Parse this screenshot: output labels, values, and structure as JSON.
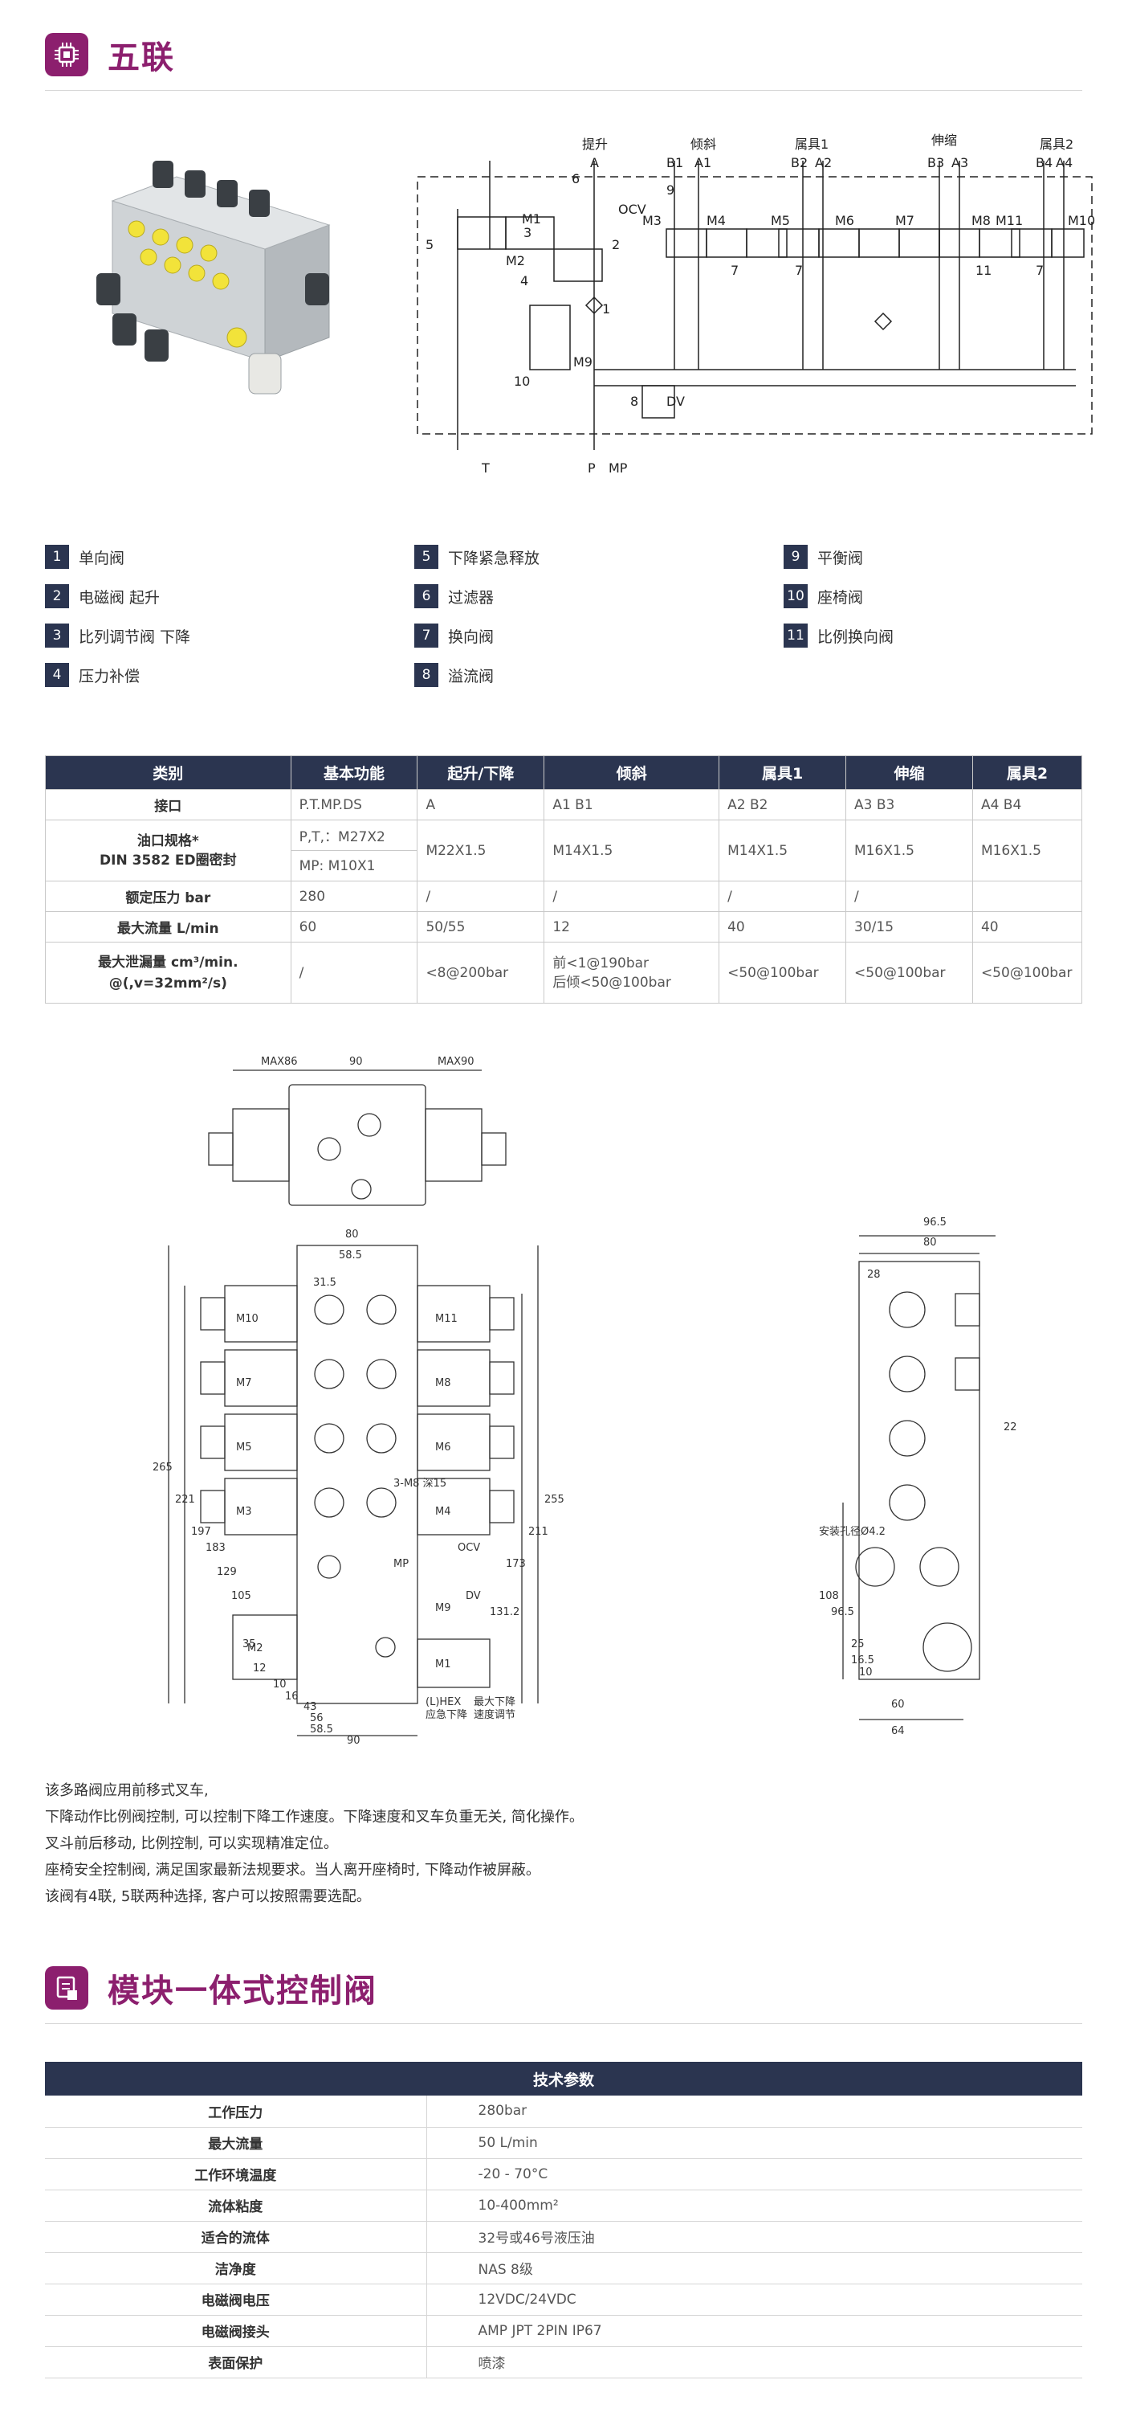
{
  "section1": {
    "title": "五联"
  },
  "schematic": {
    "ports": [
      "提升",
      "A",
      "倾斜",
      "B1",
      "A1",
      "属具1",
      "B2",
      "A2",
      "伸缩",
      "B3",
      "A3",
      "属具2",
      "B4",
      "A4",
      "T",
      "P",
      "MP"
    ],
    "labels": [
      "M1",
      "M2",
      "M3",
      "M4",
      "M5",
      "M6",
      "M7",
      "M8",
      "M9",
      "M10",
      "M11",
      "OCV",
      "DV",
      "1",
      "2",
      "3",
      "4",
      "5",
      "6",
      "7",
      "7",
      "7",
      "8",
      "9",
      "10",
      "11"
    ]
  },
  "legend": [
    {
      "num": "1",
      "label": "单向阀"
    },
    {
      "num": "2",
      "label": "电磁阀 起升"
    },
    {
      "num": "3",
      "label": "比列调节阀 下降"
    },
    {
      "num": "4",
      "label": "压力补偿"
    },
    {
      "num": "5",
      "label": "下降紧急释放"
    },
    {
      "num": "6",
      "label": "过滤器"
    },
    {
      "num": "7",
      "label": "换向阀"
    },
    {
      "num": "8",
      "label": "溢流阀"
    },
    {
      "num": "9",
      "label": "平衡阀"
    },
    {
      "num": "10",
      "label": "座椅阀"
    },
    {
      "num": "11",
      "label": "比例换向阀"
    }
  ],
  "spec_table": {
    "headers": [
      "类别",
      "基本功能",
      "起升/下降",
      "倾斜",
      "属具1",
      "伸缩",
      "属具2"
    ],
    "row_interface": [
      "接口",
      "P.T.MP.DS",
      "A",
      "A1 B1",
      "A2 B2",
      "A3 B3",
      "A4 B4"
    ],
    "row_port": {
      "head1": "油口规格*",
      "head2": "DIN 3582 ED圈密封",
      "basic1": "P,T,：M27X2",
      "basic2": "MP: M10X1",
      "lift": "M22X1.5",
      "tilt": "M14X1.5",
      "att1": "M14X1.5",
      "tele": "M16X1.5",
      "att2": "M16X1.5"
    },
    "row_pressure": [
      "额定压力 bar",
      "280",
      "/",
      "/",
      "/",
      "/",
      ""
    ],
    "row_flow": [
      "最大流量 L/min",
      "60",
      "50/55",
      "12",
      "40",
      "30/15",
      "40"
    ],
    "row_leak": {
      "head1": "最大泄漏量 cm³/min.",
      "head2": "@(,v=32mm²/s)",
      "basic": "/",
      "lift": "<8@200bar",
      "tilt1": "前<1@190bar",
      "tilt2": "后倾<50@100bar",
      "att1": "<50@100bar",
      "tele": "<50@100bar",
      "att2": "<50@100bar"
    }
  },
  "drawing": {
    "top_dims": [
      "MAX86",
      "90",
      "MAX90"
    ],
    "front_dims": [
      "80",
      "58.5",
      "31.5",
      "265",
      "221",
      "197",
      "183",
      "129",
      "105",
      "35",
      "12",
      "10",
      "16",
      "43",
      "56",
      "58.5",
      "90",
      "255",
      "211",
      "173",
      "131.2"
    ],
    "side_dims": [
      "96.5",
      "80",
      "28",
      "108",
      "96.5",
      "25",
      "16.5",
      "10",
      "60",
      "64",
      "22"
    ],
    "coil_labels": [
      "M10",
      "M11",
      "M7",
      "M8",
      "M5",
      "M6",
      "M3",
      "M4",
      "M2",
      "M1",
      "M9",
      "OCV",
      "DV",
      "MP"
    ],
    "annotations": [
      "(L)HEX",
      "应急下降",
      "最大下降",
      "速度调节",
      "3-M8 深15",
      "安装孔径Ø4.2"
    ]
  },
  "description": [
    "该多路阀应用前移式叉车,",
    "下降动作比例阀控制, 可以控制下降工作速度。下降速度和叉车负重无关, 简化操作。",
    " 叉斗前后移动, 比例控制, 可以实现精准定位。",
    "座椅安全控制阀, 满足国家最新法规要求。当人离开座椅时, 下降动作被屏蔽。",
    "该阀有4联, 5联两种选择, 客户可以按照需要选配。"
  ],
  "section2": {
    "title": "模块一体式控制阀"
  },
  "param_table": {
    "header": "技术参数",
    "rows": [
      {
        "k": "工作压力",
        "v": "280bar"
      },
      {
        "k": "最大流量",
        "v": "50 L/min"
      },
      {
        "k": "工作环境温度",
        "v": "-20 - 70°C"
      },
      {
        "k": "流体粘度",
        "v": "10-400mm²"
      },
      {
        "k": "适合的流体",
        "v": "32号或46号液压油"
      },
      {
        "k": "洁净度",
        "v": "NAS 8级"
      },
      {
        "k": "电磁阀电压",
        "v": "12VDC/24VDC"
      },
      {
        "k": "电磁阀接头",
        "v": "AMP JPT  2PIN IP67"
      },
      {
        "k": "表面保护",
        "v": "喷漆"
      }
    ]
  },
  "colors": {
    "brand": "#8c1f6e",
    "navy": "#2b3550"
  }
}
